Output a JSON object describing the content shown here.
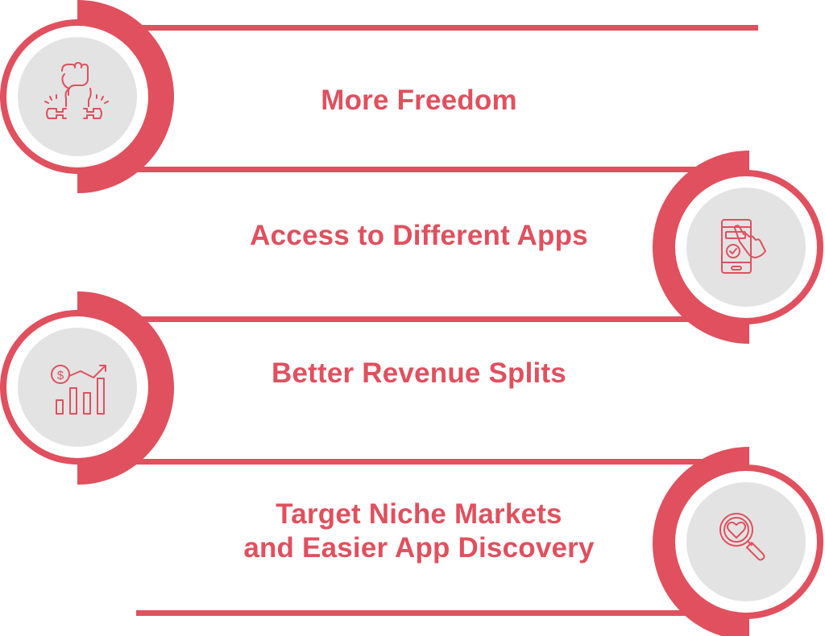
{
  "colors": {
    "accent": "#E0505E",
    "circle_fill": "#E3E3E3",
    "background": "#FFFFFF"
  },
  "items": [
    {
      "label": "More Freedom",
      "icon": "broken-chain-fist-icon",
      "side": "left"
    },
    {
      "label": "Access to Different Apps",
      "icon": "phone-touch-check-icon",
      "side": "right"
    },
    {
      "label": "Better Revenue Splits",
      "icon": "revenue-growth-chart-icon",
      "side": "left"
    },
    {
      "label_lines": [
        "Target Niche Markets",
        "and Easier App Discovery"
      ],
      "icon": "heart-magnifier-icon",
      "side": "right"
    }
  ]
}
